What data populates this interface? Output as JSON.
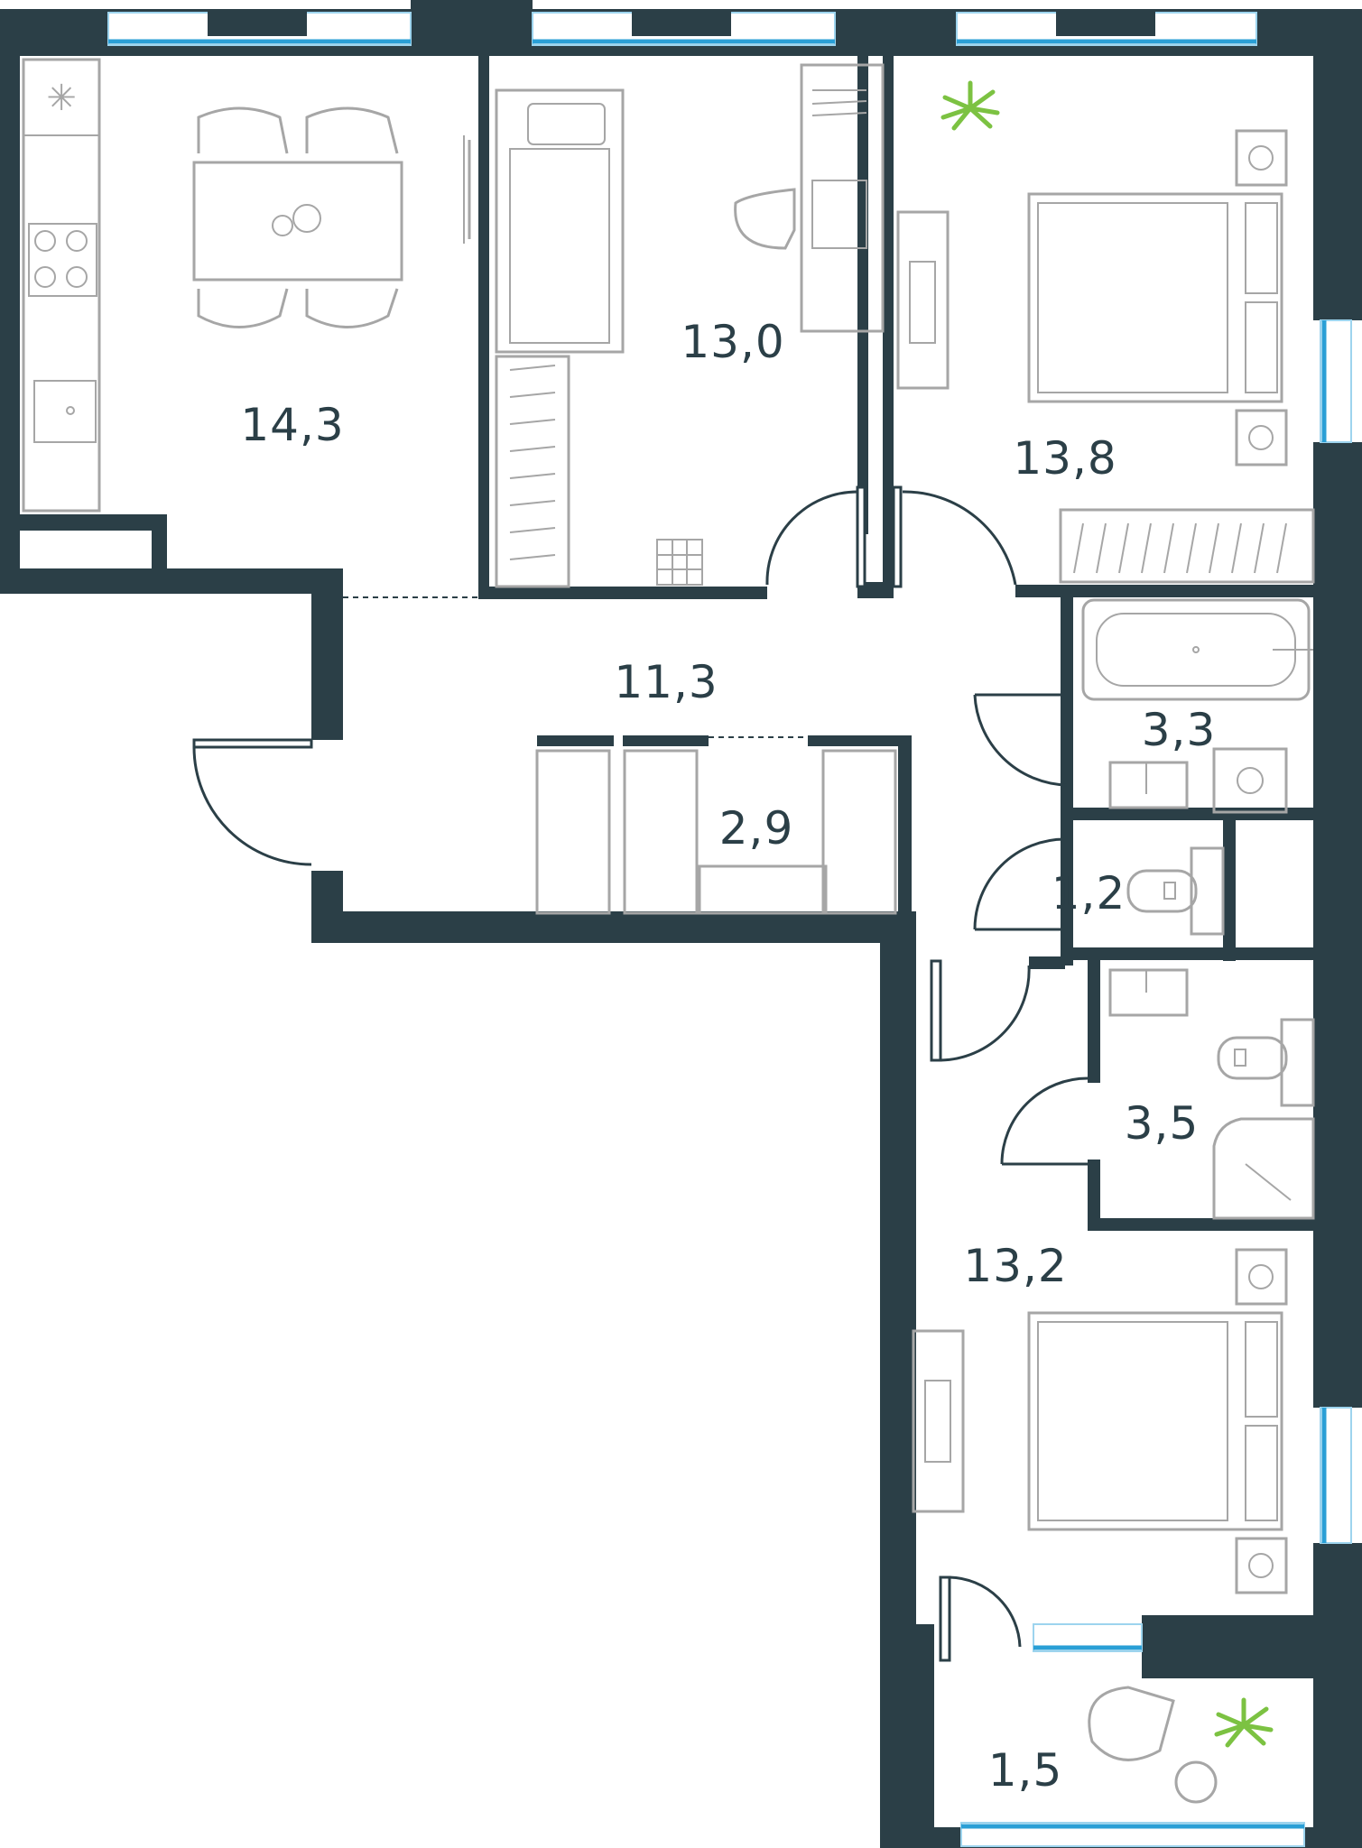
{
  "rooms": {
    "kitchen": {
      "area": "14,3"
    },
    "bedroom_left": {
      "area": "13,0"
    },
    "bedroom_right": {
      "area": "13,8"
    },
    "hall": {
      "area": "11,3"
    },
    "wardrobe": {
      "area": "2,9"
    },
    "bathroom": {
      "area": "3,3"
    },
    "toilet": {
      "area": "1,2"
    },
    "shower_room": {
      "area": "3,5"
    },
    "bedroom_bottom": {
      "area": "13,2"
    },
    "balcony": {
      "area": "1,5"
    }
  },
  "colors": {
    "wall": "#2b3f47",
    "furniture": "#a6a6a6",
    "window": "#2a9fd6",
    "plant": "#7cc242"
  }
}
